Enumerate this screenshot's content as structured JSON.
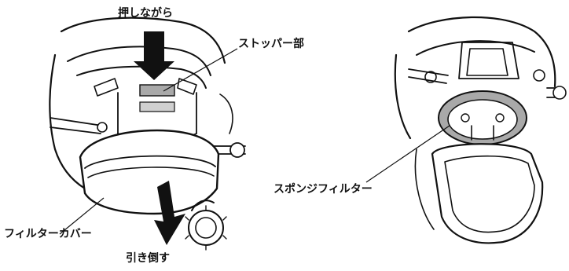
{
  "labels": {
    "press": "押しながら",
    "stopper": "ストッパー部",
    "pull": "引き倒す",
    "filter_cover": "フィルターカバー",
    "sponge_filter": "スポンジフィルター"
  },
  "colors": {
    "ink": "#111111",
    "gray": "#a9a9a9",
    "light_gray": "#d0d0d0",
    "background": "#ffffff"
  }
}
